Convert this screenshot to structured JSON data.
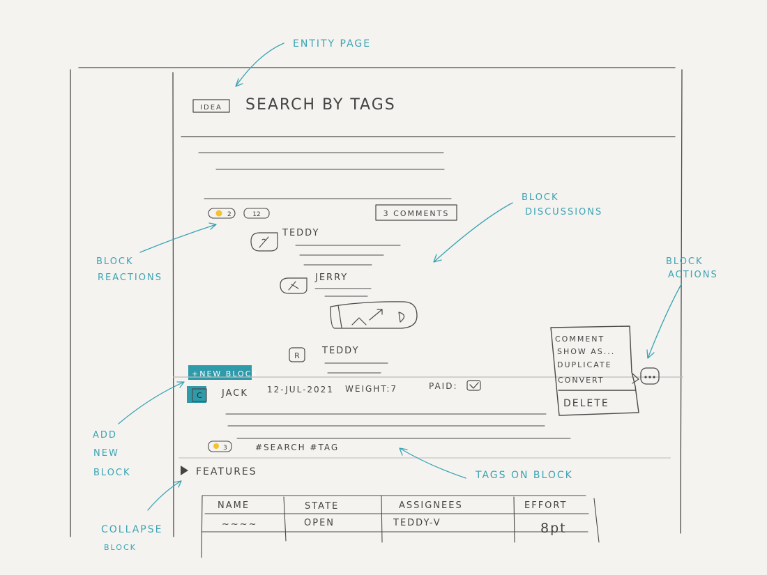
{
  "page": {
    "badge": "IDEA",
    "title": "SEARCH BY TAGS"
  },
  "reactions": {
    "first": "2",
    "second": "12",
    "comments": "3 COMMENTS"
  },
  "discussion": {
    "authors": [
      "TEDDY",
      "JERRY",
      "TEDDY"
    ]
  },
  "new_block": "+NEW BLOCK",
  "block": {
    "avatar": "C",
    "author": "JACK",
    "date": "12-JUL-2021",
    "weight": "WEIGHT:7",
    "paid": "PAID:",
    "reaction_count": "3",
    "tags": "#SEARCH #TAG"
  },
  "actions_menu": {
    "items": [
      "COMMENT",
      "SHOW AS...",
      "DUPLICATE",
      "CONVERT"
    ],
    "delete": "DELETE",
    "trigger": "..."
  },
  "features": {
    "title": "FEATURES",
    "columns": [
      "NAME",
      "STATE",
      "ASSIGNEES",
      "EFFORT"
    ],
    "row": {
      "name": "~~~~",
      "state": "OPEN",
      "assignees": "TEDDY-V",
      "effort": "8pt"
    }
  },
  "annotations": {
    "entity_page": "ENTITY PAGE",
    "block_discussions_1": "BLOCK",
    "block_discussions_2": "DISCUSSIONS",
    "block_actions_1": "BLOCK",
    "block_actions_2": "ACTIONS",
    "block_reactions_1": "BLOCK",
    "block_reactions_2": "REACTIONS",
    "add_new_block_1": "ADD",
    "add_new_block_2": "NEW",
    "add_new_block_3": "BLOCK",
    "tags_on_block": "TAGS ON BLOCK",
    "collapse_block_1": "COLLAPSE",
    "collapse_block_2": "BLOCK"
  },
  "colors": {
    "annotation": "#3aa3b4",
    "ink": "#4a4a4a",
    "accent": "#2f9aa9",
    "paper": "#f4f3ef",
    "reaction": "#f2c230"
  }
}
